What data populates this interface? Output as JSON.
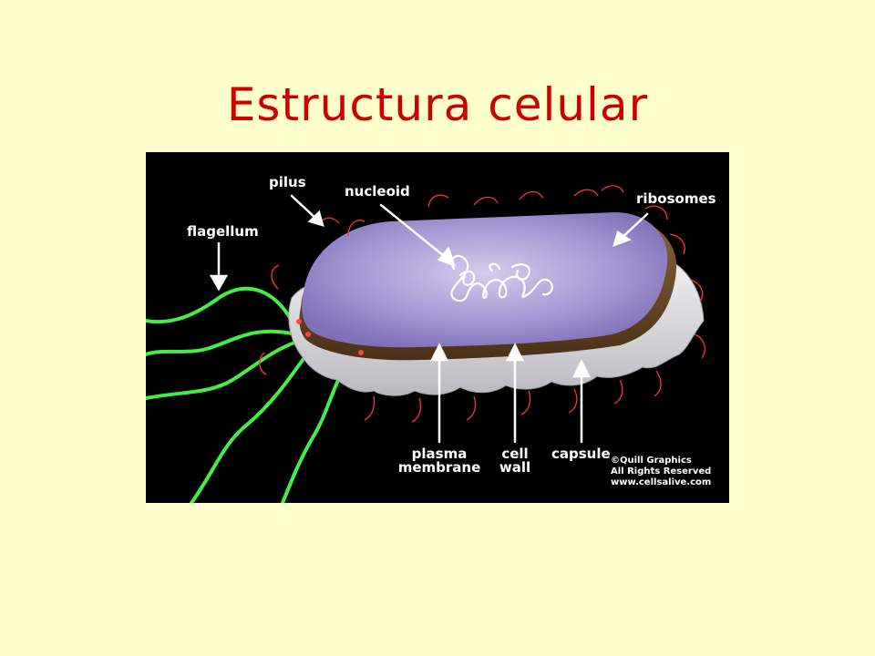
{
  "slide": {
    "title": "Estructura celular"
  },
  "diagram": {
    "labels": {
      "pilus": "pilus",
      "nucleoid": "nucleoid",
      "ribosomes": "ribosomes",
      "flagellum": "flagellum",
      "plasma_membrane_line1": "plasma",
      "plasma_membrane_line2": "membrane",
      "cell_wall_line1": "cell",
      "cell_wall_line2": "wall",
      "capsule": "capsule"
    },
    "credit": {
      "line1": "©Quill Graphics",
      "line2": "All Rights Reserved",
      "line3": "www.cellsalive.com"
    },
    "colors": {
      "title": "#cc0000",
      "background": "#ffffcc",
      "frame": "#000000",
      "flagella": "#44ee44",
      "cytoplasm": "#a89ad4",
      "cell_wall": "#6b4a2a",
      "capsule": "#d8d8dc",
      "pili": "#ff3333"
    }
  }
}
